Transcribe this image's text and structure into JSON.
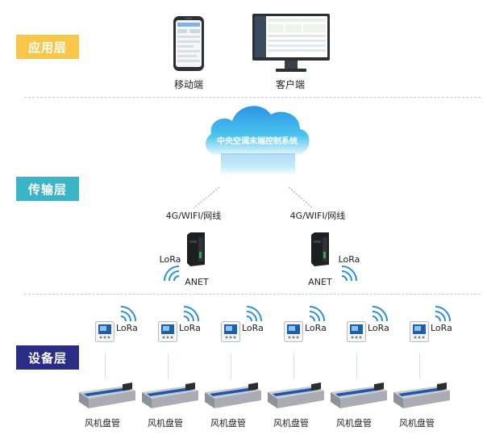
{
  "layers": {
    "application": {
      "label": "应用层",
      "color": "#f8c74a"
    },
    "transport": {
      "label": "传输层",
      "color": "#3bb4c8"
    },
    "device": {
      "label": "设备层",
      "color": "#2a2c85"
    }
  },
  "application": {
    "mobile_label": "移动端",
    "desktop_label": "客户端"
  },
  "cloud": {
    "title": "中央空调末端控制系统"
  },
  "transport": {
    "left_link": "4G/WIFI/网线",
    "right_link": "4G/WIFI/网线",
    "left_lora": "LoRa",
    "right_lora": "LoRa",
    "left_gateway": "ANET",
    "right_gateway": "ANET"
  },
  "devices": [
    {
      "lora": "LoRa",
      "unit": "风机盘管"
    },
    {
      "lora": "LoRa",
      "unit": "风机盘管"
    },
    {
      "lora": "LoRa",
      "unit": "风机盘管"
    },
    {
      "lora": "LoRa",
      "unit": "风机盘管"
    },
    {
      "lora": "LoRa",
      "unit": "风机盘管"
    },
    {
      "lora": "LoRa",
      "unit": "风机盘管"
    }
  ]
}
